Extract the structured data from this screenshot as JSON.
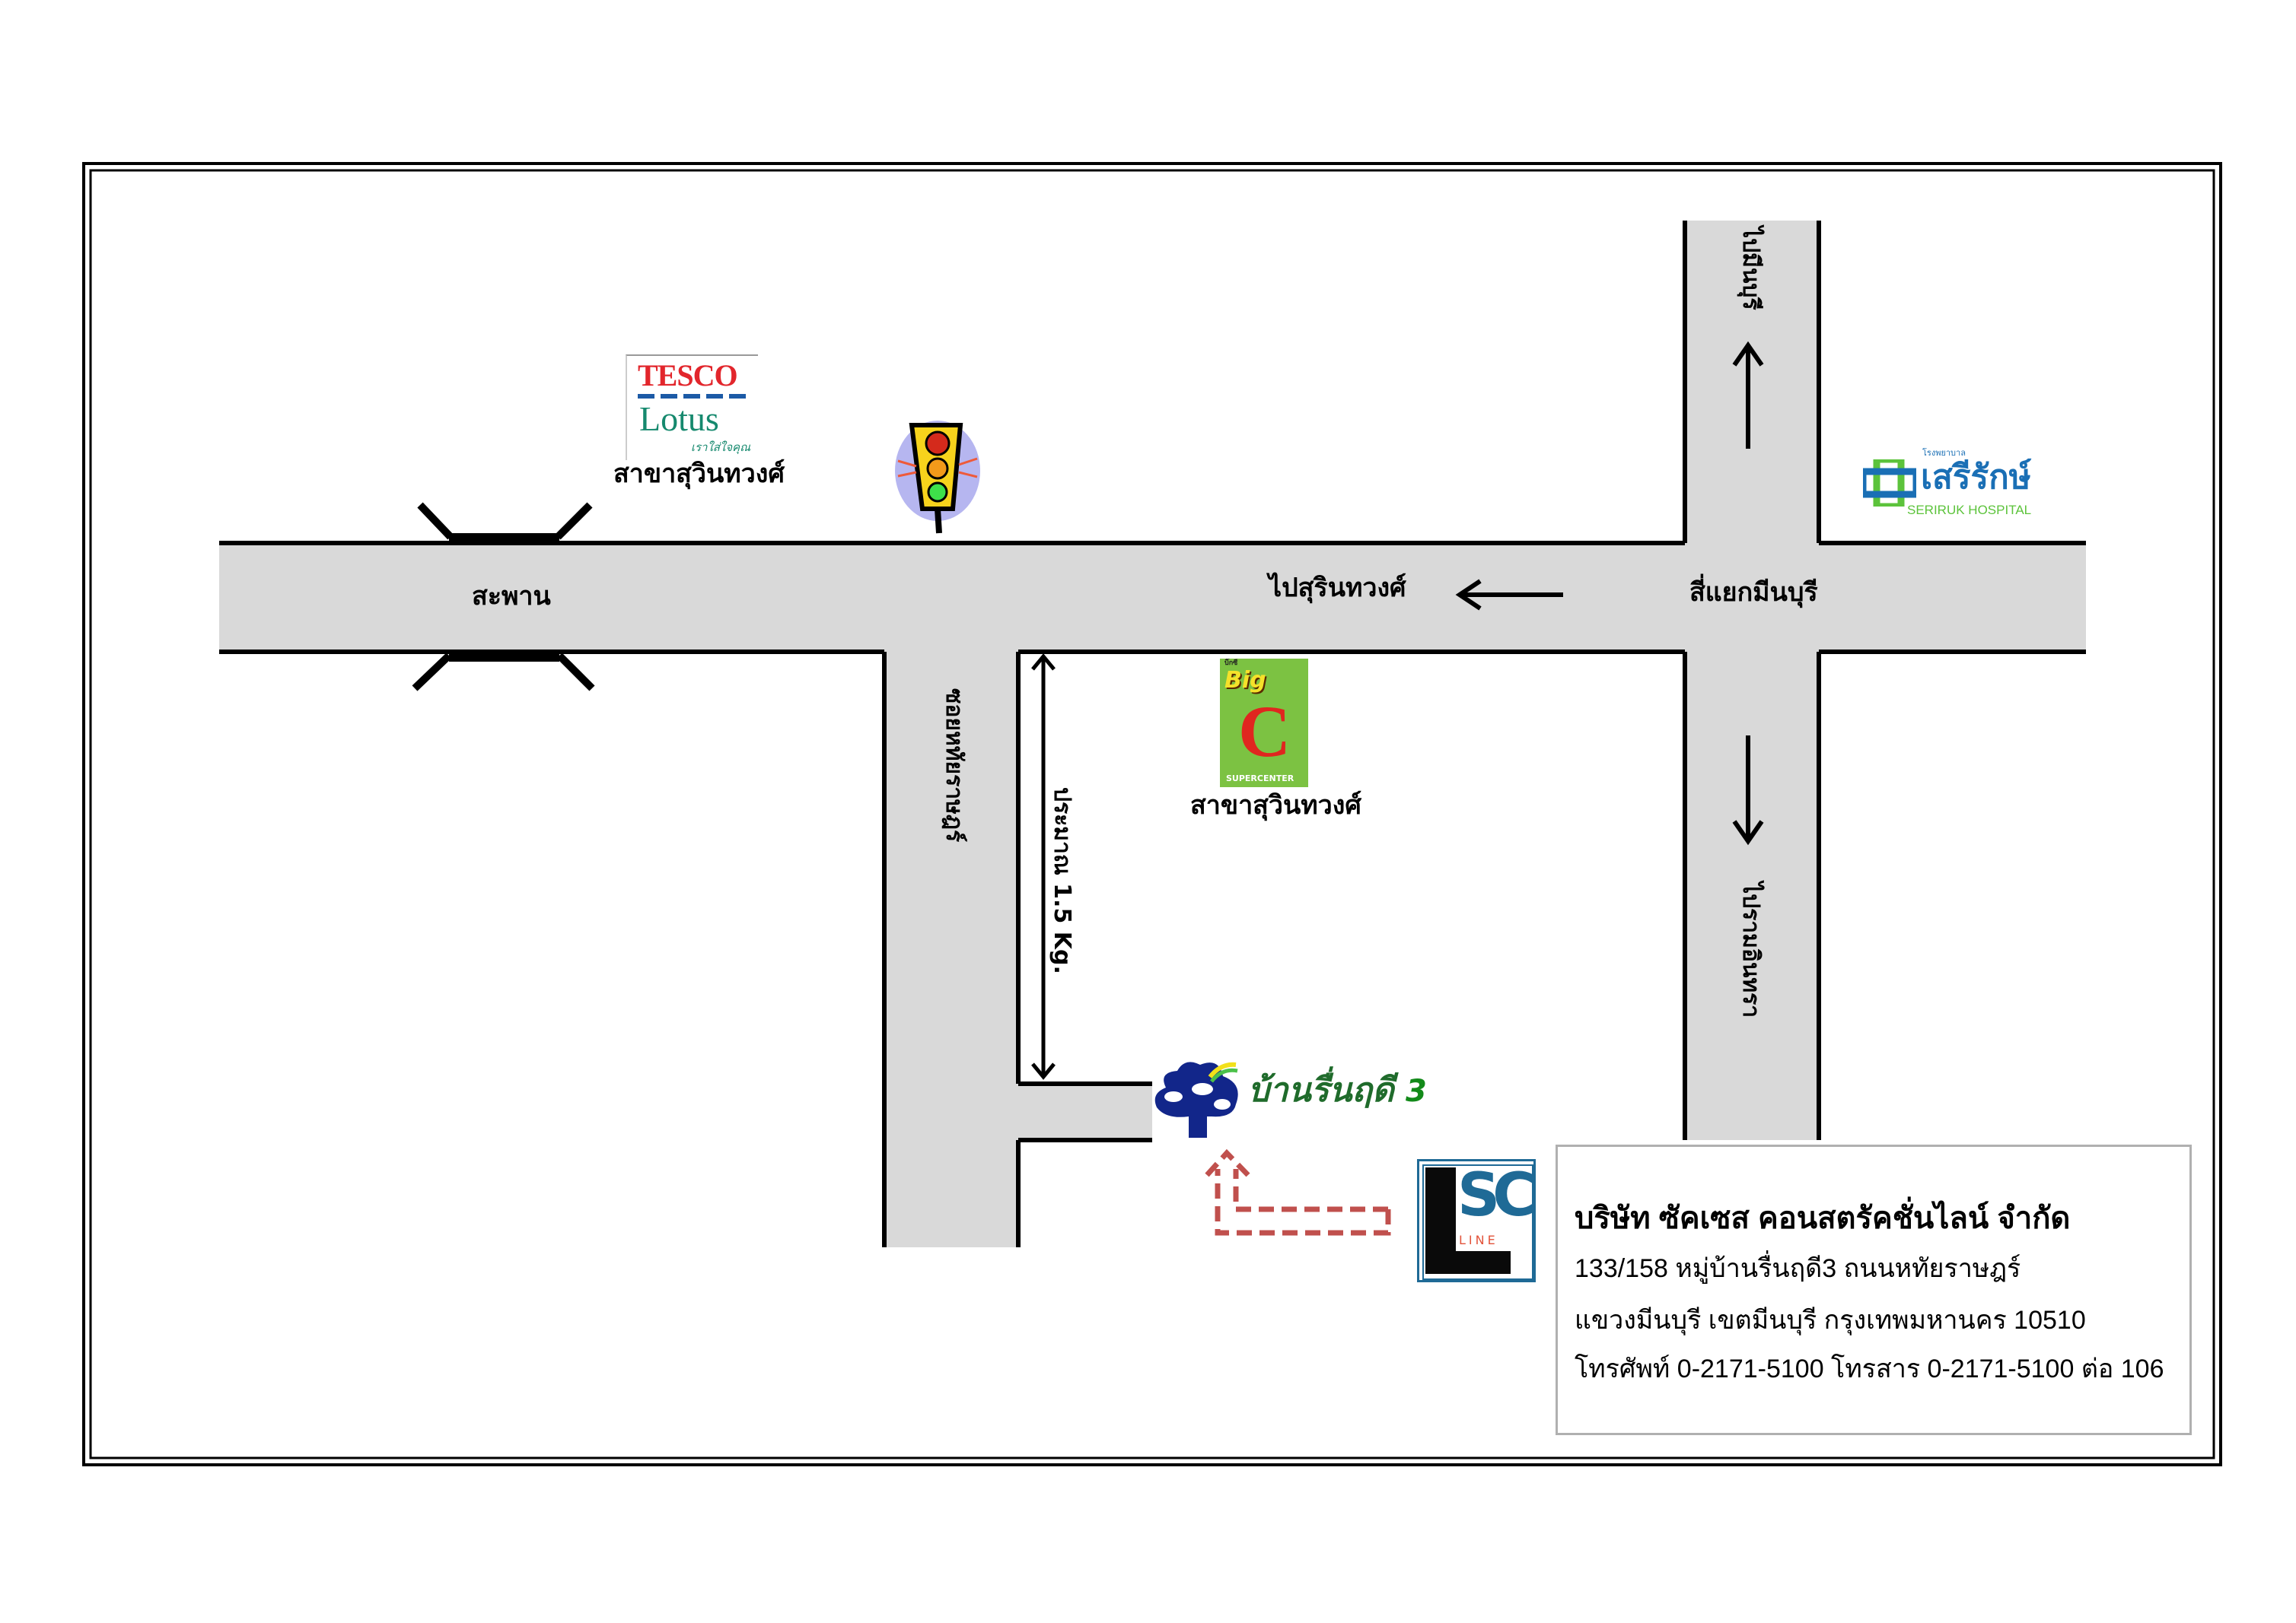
{
  "map": {
    "bridge_label": "สะพาน",
    "main_road_direction_label": "ไปสุรินทวงศ์",
    "intersection_label": "สี่แยกมีนบุรี",
    "north_direction_label": "ไปมีนบุรี",
    "south_direction_label": "ไปรามอินทรา",
    "soi_label": "ซอยหทัยราษฎร์",
    "distance_label": "ประมาณ 1.5 Kg."
  },
  "landmarks": {
    "tesco": {
      "logo_line1": "TESCO",
      "logo_line2": "Lotus",
      "logo_tagline": "เราใส่ใจคุณ",
      "branch_label": "สาขาสุวินทวงศ์"
    },
    "bigc": {
      "logo_top": "บิ๊กซี",
      "logo_big": "Big",
      "logo_c": "C",
      "logo_sub": "SUPERCENTER",
      "branch_label": "สาขาสุวินทวงศ์"
    },
    "hospital": {
      "logo_small": "โรงพยาบาล",
      "logo_thai": "เสรีรักษ์",
      "logo_en": "SERIRUK HOSPITAL"
    },
    "village": {
      "name": "บ้านรื่นฤดี",
      "number": "3"
    },
    "company_logo": {
      "letters": "SC",
      "sub": "LINE"
    }
  },
  "company": {
    "name": "บริษัท ซัคเซส คอนสตรัคชั่นไลน์ จำกัด",
    "address_line1": "133/158 หมู่บ้านรื่นฤดี3 ถนนหทัยราษฎร์",
    "address_line2": "แขวงมีนบุรี  เขตมีนบุรี กรุงเทพมหานคร 10510",
    "contact_line": "โทรศัพท์ 0-2171-5100 โทรสาร 0-2171-5100 ต่อ 106"
  },
  "colors": {
    "road": "#d9d9d9",
    "route_arrow": "#c0504d",
    "tesco_red": "#e2262c",
    "lotus_green": "#16896e",
    "bigc_green": "#7cc242",
    "bigc_red": "#e0261f",
    "seriruk_blue": "#1a6fb5",
    "seriruk_green": "#5cc33b",
    "village_blue": "#12268a",
    "village_green": "#1f6b2b",
    "lsc_blue": "#1f6a96"
  }
}
